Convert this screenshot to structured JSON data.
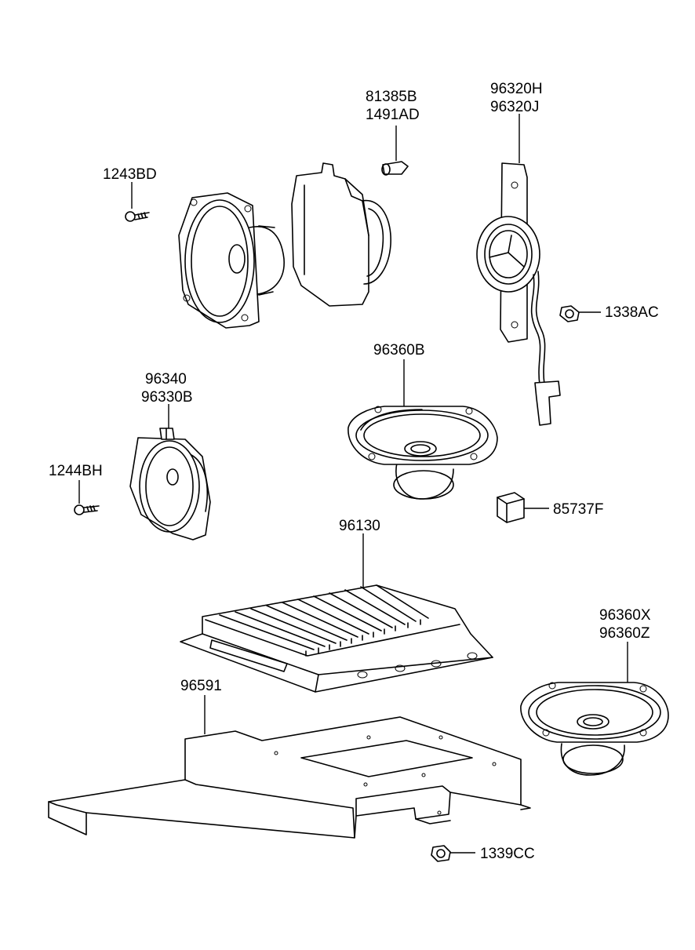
{
  "labels": {
    "p1243BD": "1243BD",
    "p81385B": "81385B",
    "p1491AD": "1491AD",
    "p96320H": "96320H",
    "p96320J": "96320J",
    "p1338AC": "1338AC",
    "p96360B": "96360B",
    "p96340": "96340",
    "p96330B": "96330B",
    "p1244BH": "1244BH",
    "p85737F": "85737F",
    "p96130": "96130",
    "p96360X": "96360X",
    "p96360Z": "96360Z",
    "p96591": "96591",
    "p1339CC": "1339CC"
  }
}
